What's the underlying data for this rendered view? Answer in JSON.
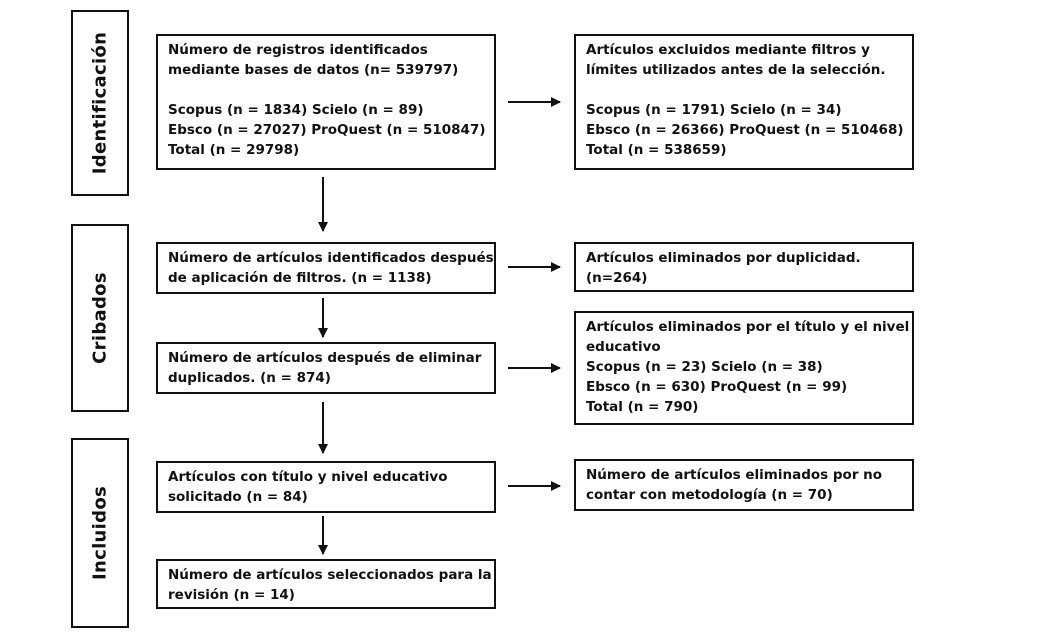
{
  "stages": {
    "identificacion": "Identificación",
    "cribados": "Cribados",
    "incluidos": "Incluidos"
  },
  "boxes": {
    "identified": {
      "lines": [
        "Número de registros identificados",
        "mediante bases de datos (n= 539797)",
        "",
        "Scopus (n = 1834) Scielo (n = 89)",
        "Ebsco (n = 27027) ProQuest (n = 510847)",
        "Total (n = 29798)"
      ]
    },
    "excluded_filters": {
      "lines": [
        "Artículos excluidos mediante filtros y",
        "límites utilizados antes de la selección.",
        "",
        "Scopus (n = 1791) Scielo (n = 34)",
        "Ebsco (n = 26366) ProQuest (n = 510468)",
        "Total (n = 538659)"
      ]
    },
    "after_filters": {
      "lines": [
        "Número de artículos identificados después",
        "de aplicación de filtros. (n = 1138)"
      ]
    },
    "duplicates_removed": {
      "lines": [
        "Artículos eliminados por duplicidad.",
        "(n=264)"
      ]
    },
    "after_duplicates": {
      "lines": [
        "Número de artículos después de eliminar",
        "duplicados. (n = 874)"
      ]
    },
    "removed_title_level": {
      "lines": [
        "Artículos eliminados por el título y el nivel",
        "educativo",
        "Scopus (n = 23) Scielo (n = 38)",
        "Ebsco (n = 630) ProQuest (n = 99)",
        "Total (n = 790)"
      ]
    },
    "title_level_ok": {
      "lines": [
        "Artículos con título y nivel educativo",
        "solicitado  (n = 84)"
      ]
    },
    "removed_methodology": {
      "lines": [
        "Número de artículos eliminados por no",
        "contar con metodología (n = 70)"
      ]
    },
    "selected": {
      "lines": [
        "Número de artículos seleccionados para la",
        "revisión  (n = 14)"
      ]
    }
  }
}
